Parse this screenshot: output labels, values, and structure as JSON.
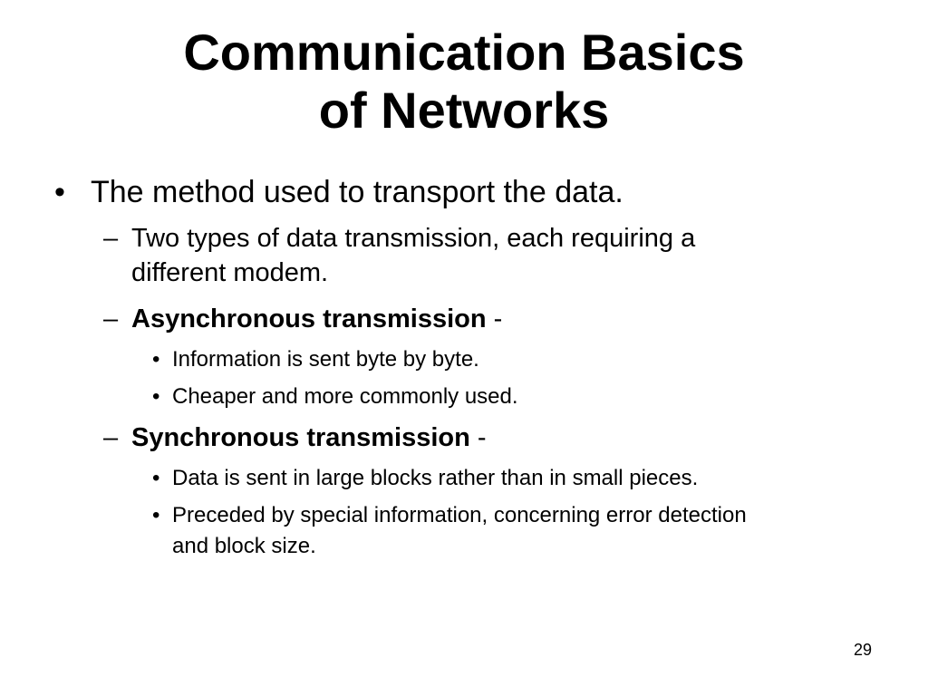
{
  "slide": {
    "title_line1": "Communication Basics",
    "title_line2": "of Networks",
    "bullets": {
      "b1": {
        "marker": "•",
        "text": "The method used to transport the data."
      },
      "b2": {
        "marker": "–",
        "line1": "Two types of data transmission, each requiring a",
        "line2": "different modem."
      },
      "b3": {
        "marker": "–",
        "bold": "Asynchronous transmission",
        "rest": " -"
      },
      "b3a": {
        "marker": "•",
        "text": "Information is sent byte by byte."
      },
      "b3b": {
        "marker": "•",
        "text": "Cheaper and more commonly used."
      },
      "b4": {
        "marker": "–",
        "bold": "Synchronous transmission",
        "rest": " -"
      },
      "b4a": {
        "marker": "•",
        "text": "Data is sent in large blocks rather than in small pieces."
      },
      "b4b": {
        "marker": "•",
        "line1": "Preceded by special information, concerning error detection",
        "line2": "and block size."
      }
    },
    "page_number": "29"
  }
}
